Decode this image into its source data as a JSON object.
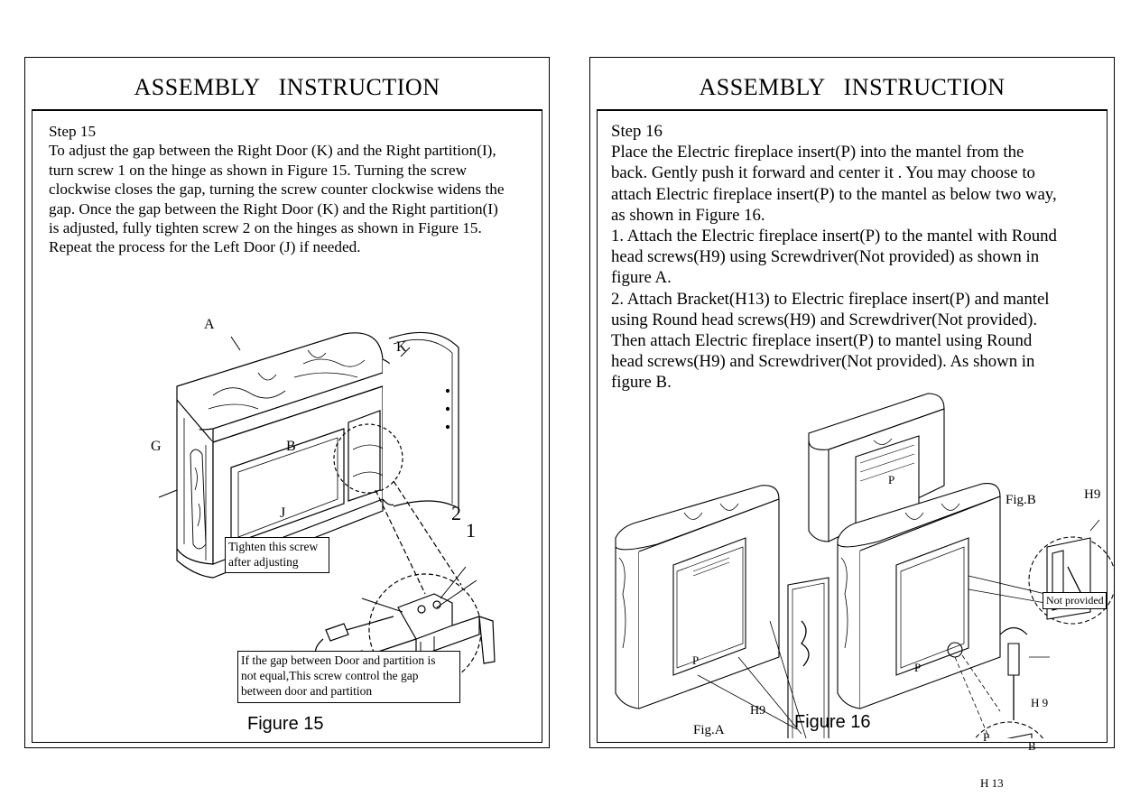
{
  "left_page": {
    "title": "ASSEMBLY   INSTRUCTION",
    "step": "Step 15",
    "lines": [
      "To adjust the gap between the Right Door (K) and the Right partition(I),",
      "turn screw 1 on the hinge as shown in Figure 15. Turning the screw",
      "clockwise closes the gap, turning the screw counter clockwise widens the",
      "gap. Once the gap between the Right Door (K) and the Right partition(I)",
      "is adjusted, fully tighten screw 2 on the hinges as shown in Figure 15.",
      "Repeat the process for the Left Door (J) if needed."
    ],
    "labels": {
      "A": "A",
      "K": "K",
      "G": "G",
      "B": "B",
      "J": "J",
      "n2": "2",
      "n1": "1"
    },
    "callout_tighten": [
      "Tighten this screw",
      " after adjusting"
    ],
    "callout_gap": [
      "If the gap between Door and partition is",
      "not equal,This screw control the gap",
      "between door and partition"
    ],
    "caption": "Figure 15"
  },
  "right_page": {
    "title": "ASSEMBLY   INSTRUCTION",
    "lines": [
      "Step 16",
      "Place the Electric fireplace insert(P) into the mantel from the",
      "back. Gently push it forward and center it . You may choose to",
      "attach Electric fireplace insert(P) to the mantel as below two way,",
      "as shown in Figure 16.",
      "1. Attach the Electric fireplace insert(P) to the mantel with Round",
      "head screws(H9) using Screwdriver(Not provided) as shown in",
      "figure A.",
      "2. Attach Bracket(H13) to Electric fireplace insert(P) and mantel",
      "using Round head screws(H9) and Screwdriver(Not provided).",
      "Then attach Electric fireplace insert(P) to mantel using Round",
      "head screws(H9) and Screwdriver(Not provided). As shown in",
      "figure B."
    ],
    "labels": {
      "P1": "P",
      "P2": "P",
      "P3": "P",
      "H9a": "H9",
      "figA": "Fig.A",
      "figB": "Fig.B",
      "H9b": "H9",
      "H9c": "H 9",
      "Pb": "P",
      "Bb": "B",
      "H13": "H 13"
    },
    "not_provided": "Not provided",
    "caption": "Figure 16"
  }
}
